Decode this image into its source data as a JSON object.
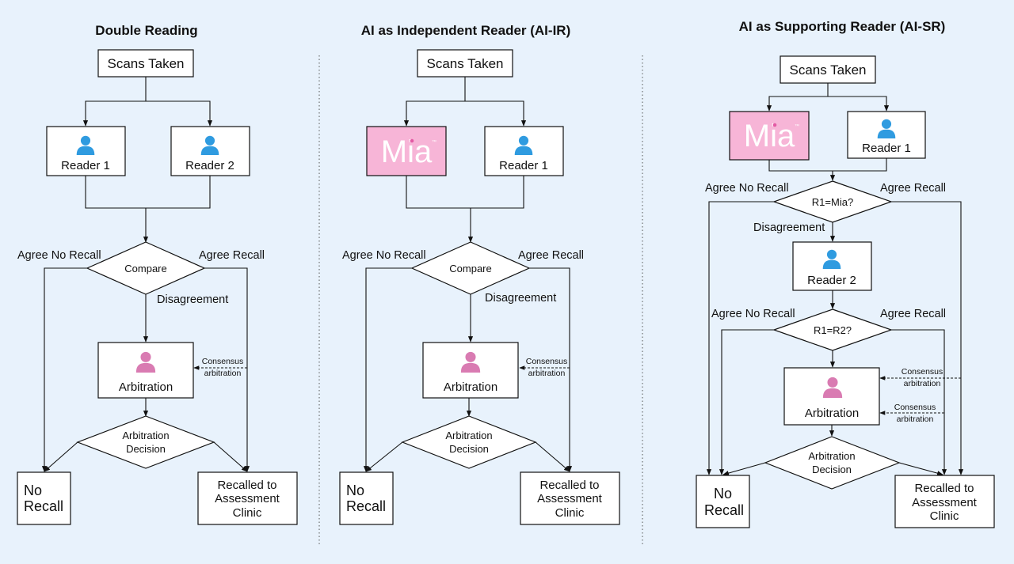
{
  "colors": {
    "background": "#e8f2fc",
    "reader_icon": "#2f9be0",
    "arbitration_icon": "#d97bb2",
    "mia_box": "#f7b5d7"
  },
  "panels": [
    {
      "title": "Double Reading",
      "scans": "Scans Taken",
      "reader_a": "Reader 1",
      "reader_b": "Reader 2",
      "compare": "Compare",
      "agree_no_recall": "Agree No Recall",
      "agree_recall": "Agree Recall",
      "disagreement": "Disagreement",
      "arbitration": "Arbitration",
      "consensus_1": "Consensus",
      "consensus_2": "arbitration",
      "decision_1": "Arbitration",
      "decision_2": "Decision",
      "no_recall_1": "No",
      "no_recall_2": "Recall",
      "recalled_1": "Recalled to",
      "recalled_2": "Assessment",
      "recalled_3": "Clinic"
    },
    {
      "title": "AI as Independent Reader (AI-IR)",
      "scans": "Scans Taken",
      "mia": "Mia",
      "reader_b": "Reader 1",
      "compare": "Compare",
      "agree_no_recall": "Agree No Recall",
      "agree_recall": "Agree Recall",
      "disagreement": "Disagreement",
      "arbitration": "Arbitration",
      "consensus_1": "Consensus",
      "consensus_2": "arbitration",
      "decision_1": "Arbitration",
      "decision_2": "Decision",
      "no_recall_1": "No",
      "no_recall_2": "Recall",
      "recalled_1": "Recalled to",
      "recalled_2": "Assessment",
      "recalled_3": "Clinic"
    },
    {
      "title": "AI as Supporting Reader (AI-SR)",
      "scans": "Scans Taken",
      "mia": "Mia",
      "reader_b": "Reader 1",
      "check_1": "R1=Mia?",
      "agree_no_recall_1": "Agree No Recall",
      "agree_recall_1": "Agree Recall",
      "disagreement": "Disagreement",
      "reader_2": "Reader 2",
      "check_2": "R1=R2?",
      "agree_no_recall_2": "Agree No Recall",
      "agree_recall_2": "Agree Recall",
      "arbitration": "Arbitration",
      "consensus_1": "Consensus",
      "consensus_2": "arbitration",
      "consensus_3": "Consensus",
      "consensus_4": "arbitration",
      "decision_1": "Arbitration",
      "decision_2": "Decision",
      "no_recall_1": "No",
      "no_recall_2": "Recall",
      "recalled_1": "Recalled to",
      "recalled_2": "Assessment",
      "recalled_3": "Clinic"
    }
  ]
}
